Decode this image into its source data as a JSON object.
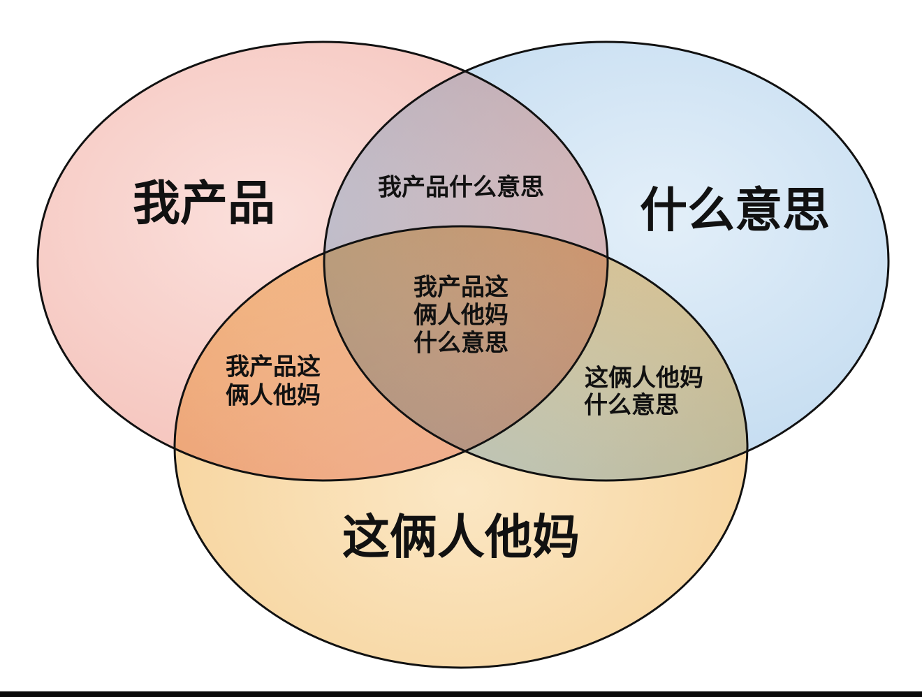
{
  "circles": {
    "a": {
      "label": "我产品",
      "fill": "#f6c6bf"
    },
    "b": {
      "label": "什么意思",
      "fill": "#c6def2"
    },
    "c": {
      "label": "这俩人他妈",
      "fill": "#f8d6a0"
    }
  },
  "overlaps": {
    "ab": [
      "我产品什么意思"
    ],
    "ac": [
      "我产品这",
      "俩人他妈"
    ],
    "bc": [
      "这俩人他妈",
      "什么意思"
    ],
    "abc": [
      "我产品这",
      "俩人他妈",
      "什么意思"
    ]
  },
  "colors": {
    "outline": "#111111",
    "text": "#111111",
    "bottom_bar": "#0a0a0a"
  }
}
